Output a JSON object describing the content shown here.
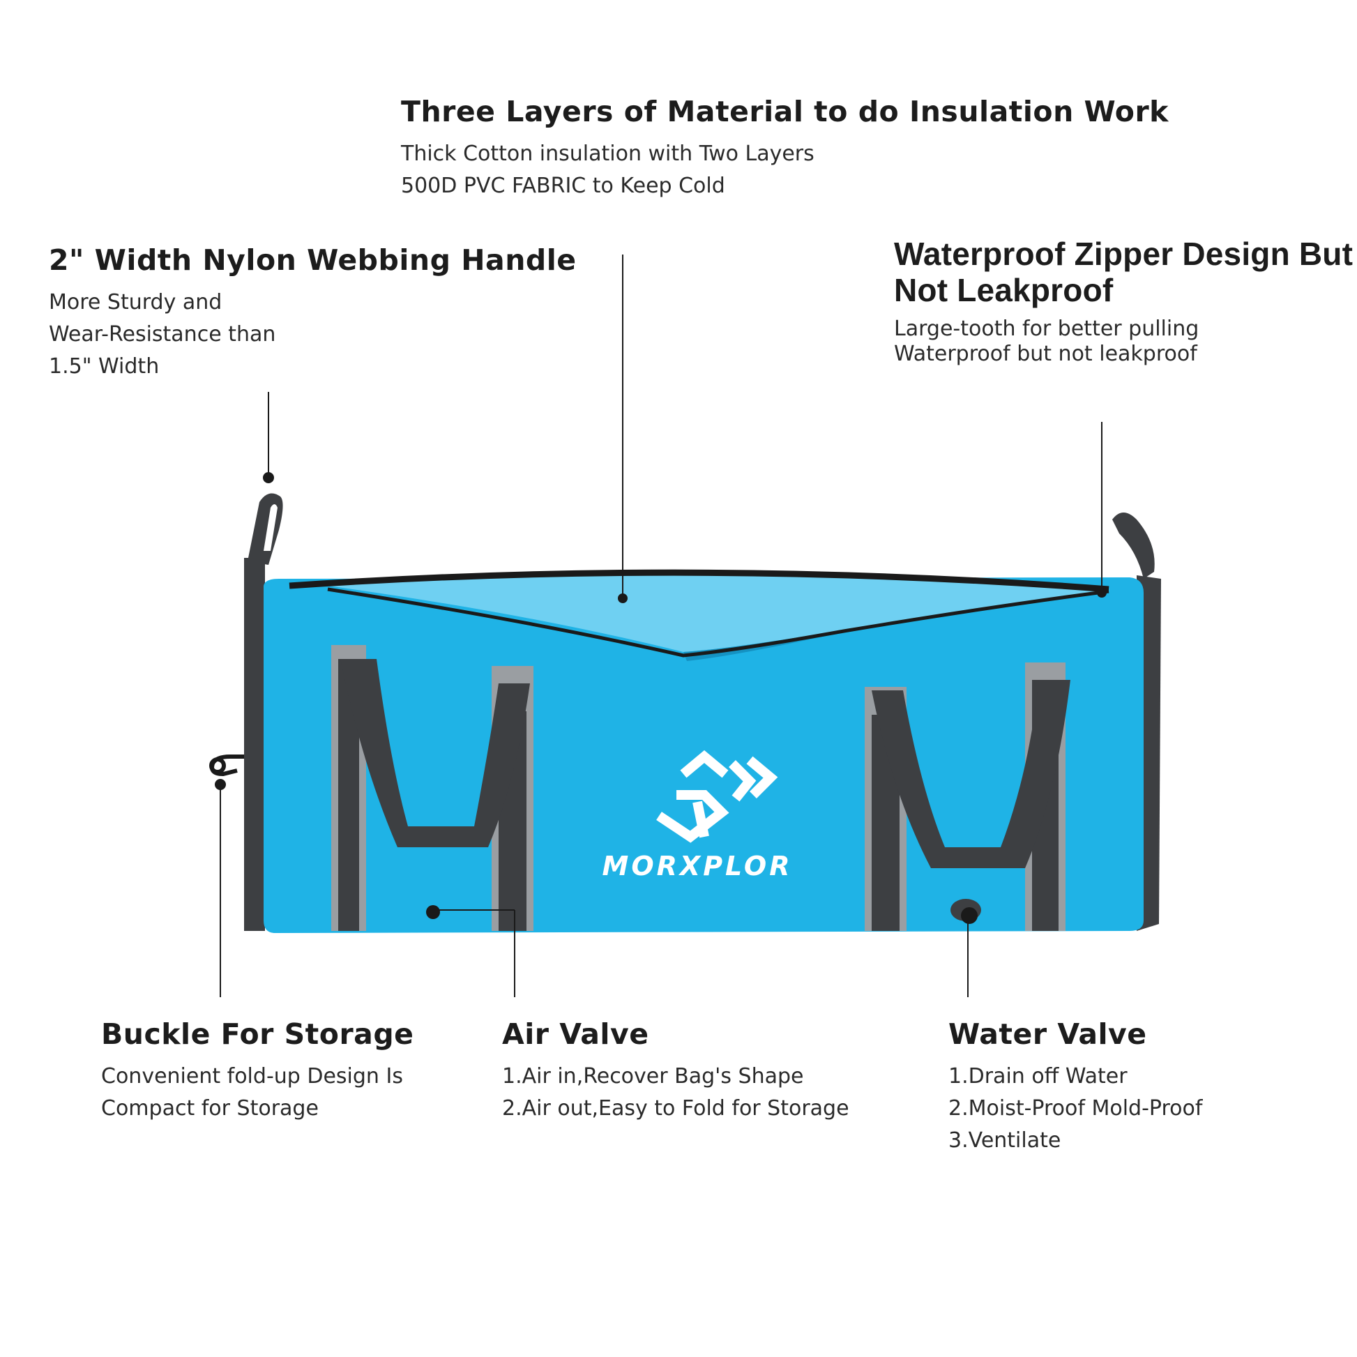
{
  "callouts": {
    "material": {
      "title_lines": [
        "Three Layers of Material",
        "to do Insulation Work"
      ],
      "desc_lines": [
        "Thick Cotton insulation with Two Layers",
        "500D PVC FABRIC to Keep Cold"
      ]
    },
    "handle": {
      "title_lines": [
        "2\" Width Nylon",
        "Webbing Handle"
      ],
      "desc_lines": [
        "More Sturdy and",
        "Wear-Resistance than",
        "1.5\" Width"
      ]
    },
    "zipper": {
      "title_lines": [
        "Waterproof Zipper Design But",
        "Not Leakproof"
      ],
      "desc_lines": [
        "Large-tooth for better pulling",
        "Waterproof but not leakproof"
      ]
    },
    "buckle": {
      "title_lines": [
        "Buckle For Storage"
      ],
      "desc_lines": [
        "Convenient fold-up Design Is",
        "Compact for Storage"
      ]
    },
    "air": {
      "title_lines": [
        "Air Valve"
      ],
      "desc_lines": [
        "1.Air in,Recover Bag's Shape",
        "2.Air out,Easy to Fold for Storage"
      ]
    },
    "water": {
      "title_lines": [
        "Water Valve"
      ],
      "desc_lines": [
        "1.Drain off Water",
        "2.Moist-Proof Mold-Proof",
        "3.Ventilate"
      ]
    }
  },
  "product": {
    "brand": "MORXPLOR",
    "colors": {
      "body": "#1fb3e6",
      "body_dark": "#1592c2",
      "trim": "#3d3f42",
      "reflective": "#9a9ea2",
      "lining": "#6fd0f2",
      "callout_line": "#1a1a1a"
    }
  }
}
